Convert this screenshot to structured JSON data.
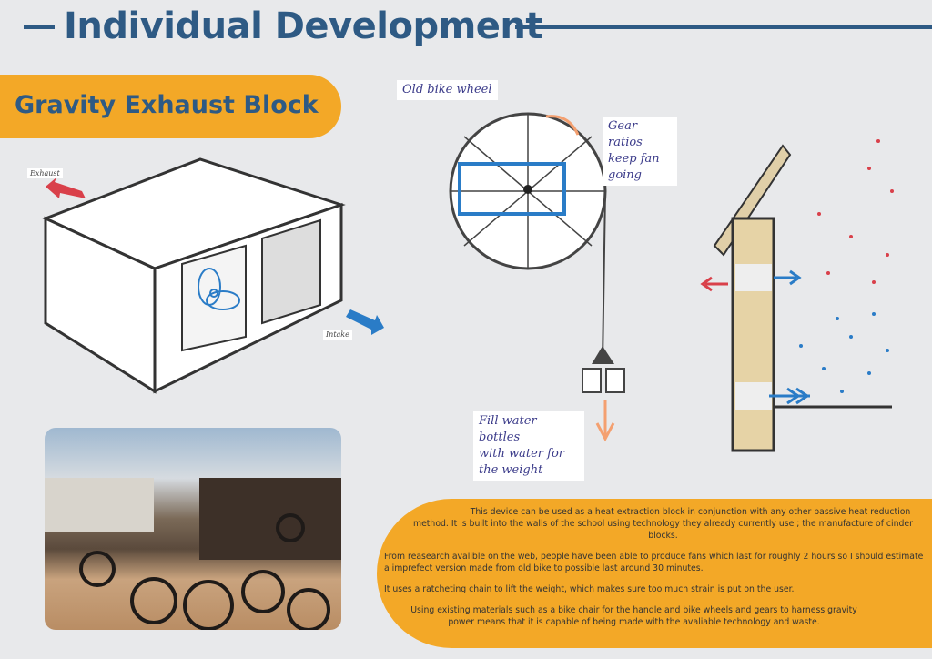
{
  "header": {
    "title": "Individual Development"
  },
  "section": {
    "title": "Gravity Exhaust Block"
  },
  "block_sketch": {
    "exhaust_label": "Exhaust",
    "intake_label": "Intake"
  },
  "wheel_sketch": {
    "label_wheel": "Old bike wheel",
    "label_gears": [
      "Gear ratios",
      "keep fan",
      "going"
    ],
    "label_weight": [
      "Fill water bottles",
      "with water for",
      "the weight"
    ]
  },
  "description": {
    "paragraphs": [
      "This device can be used as a heat extraction block in conjunction with any other passive heat reduction method. It is built into the walls of the school using technology they already currently use ; the manufacture of cinder blocks.",
      "From reasearch avalible on the web, people have been able to produce fans which last for roughly 2 hours so I should estimate a imprefect version made from old bike to possible last around 30 minutes.",
      "It uses a ratcheting chain to lift the weight, which makes sure too much strain is put on the user.",
      "Using existing materials such as a bike chair for the handle and bike wheels and gears to harness gravity power means that it is capable of being made with the avaliable technology and waste."
    ]
  },
  "colors": {
    "accent": "#f3a827",
    "title": "#2e5a84",
    "blue": "#2a7cc7",
    "red": "#d9404a"
  }
}
